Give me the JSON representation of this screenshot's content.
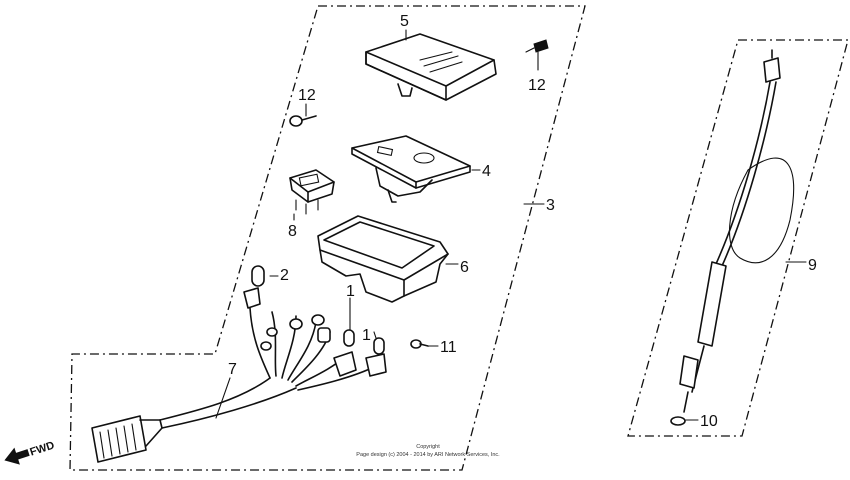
{
  "callouts": {
    "c1a": "1",
    "c1b": "1",
    "c2": "2",
    "c3": "3",
    "c4": "4",
    "c5": "5",
    "c6": "6",
    "c7": "7",
    "c8": "8",
    "c9": "9",
    "c10": "10",
    "c11": "11",
    "c12a": "12",
    "c12b": "12"
  },
  "fwd_label": "FWD",
  "copyright": {
    "line1": "Copyright",
    "line2": "Page design (c) 2004 - 2014 by ARI Network Services, Inc."
  }
}
